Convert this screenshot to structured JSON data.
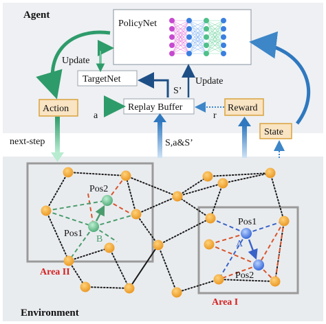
{
  "agent": {
    "title": "Agent",
    "policy_net": "PolicyNet",
    "target_net": "TargetNet",
    "replay_buffer": "Replay Buffer",
    "action": "Action",
    "reward": "Reward",
    "state": "State",
    "update_left": "Update",
    "update_right": "Update",
    "edge_a": "a",
    "edge_r": "r",
    "edge_s_prime": "S’"
  },
  "links": {
    "next_step": "next-step",
    "transition": "S,a&S’"
  },
  "environment": {
    "title": "Environment",
    "area_1": "Area I",
    "area_2": "Area II",
    "pos1_a": "Pos1",
    "pos2_a": "Pos2",
    "label_a": "A",
    "pos1_b": "Pos1",
    "pos2_b": "Pos2",
    "label_b": "B"
  },
  "colors": {
    "agent_bg": "#eef0f3",
    "env_bg": "#e9ecef",
    "box_fill": "#f9e4c3",
    "box_border": "#d9a23c",
    "node": "#f0a030",
    "green_agent": "#6fbf8f",
    "blue_agent": "#4a7fe0",
    "red_label": "#d61f1f"
  }
}
